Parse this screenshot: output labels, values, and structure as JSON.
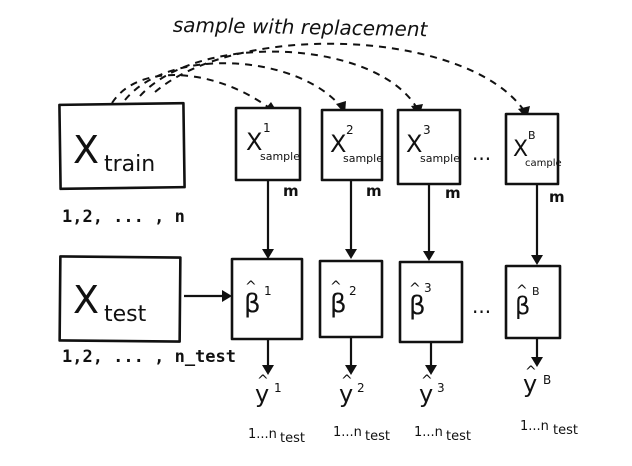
{
  "title": "sample with replacement",
  "train": {
    "label": "X",
    "sub": "train",
    "indices": "1,2, ... , n"
  },
  "test": {
    "label": "X",
    "sub": "test",
    "indices": "1,2, ... , n_test"
  },
  "samples": [
    {
      "x_label": "X",
      "x_sup": "1",
      "x_sub": "sample",
      "m": "m",
      "beta_sup": "1",
      "y_sup": "1",
      "range_text": "1...n",
      "range_sub": "test"
    },
    {
      "x_label": "X",
      "x_sup": "2",
      "x_sub": "sample",
      "m": "m",
      "beta_sup": "2",
      "y_sup": "2",
      "range_text": "1...n",
      "range_sub": "test"
    },
    {
      "x_label": "X",
      "x_sup": "3",
      "x_sub": "sample",
      "m": "m",
      "beta_sup": "3",
      "y_sup": "3",
      "range_text": "1...n",
      "range_sub": "test"
    },
    {
      "x_label": "X",
      "x_sup": "B",
      "x_sub": "cample",
      "m": "m",
      "beta_sup": "B",
      "y_sup": "B",
      "range_text": "1...n",
      "range_sub": "test"
    }
  ],
  "ellipsis": "...",
  "symbols": {
    "beta": "β",
    "y": "y",
    "hat": "^"
  }
}
